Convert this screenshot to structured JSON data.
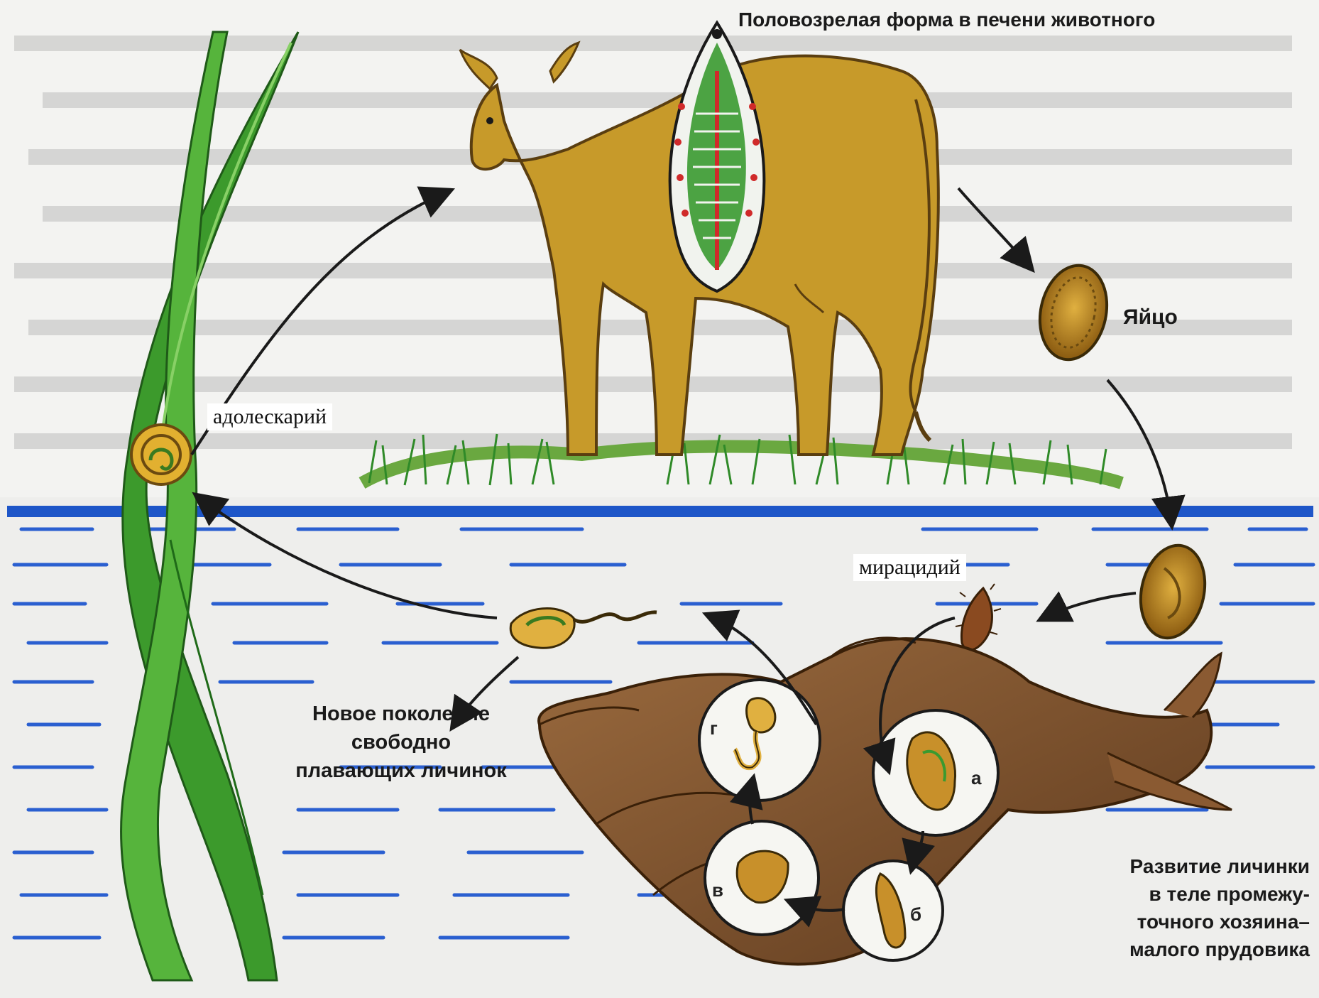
{
  "labels": {
    "mature_form": "Половозрелая форма в печени животного",
    "egg": "Яйцо",
    "adolescaria": "адолескарий",
    "miracidium": "мирацидий",
    "new_generation": [
      "Новое поколение",
      "свободно",
      "плавающих личинок"
    ],
    "development": [
      "Развитие личинки",
      "в теле промежу-",
      "точного хозяина–",
      "малого прудовика"
    ],
    "stage_a": "а",
    "stage_b": "б",
    "stage_v": "в",
    "stage_g": "г"
  },
  "colors": {
    "water_line": "#1e56c8",
    "grass": "#3c9a2c",
    "cow": "#c79a2a",
    "snail": "#8a5a32",
    "egg": "#c8902a"
  }
}
